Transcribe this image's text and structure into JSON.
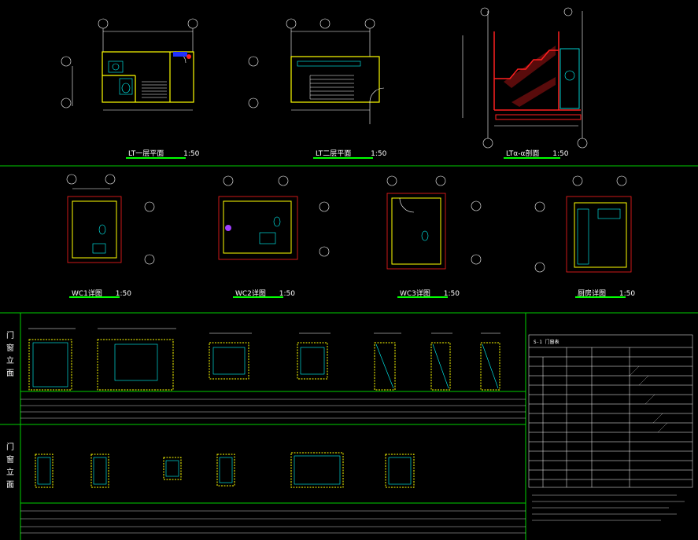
{
  "colors": {
    "background": "#000000",
    "frame_line": "#00d000",
    "wall": "#ffff00",
    "dimension": "#ffffff",
    "axis": "#ffffff",
    "fixture": "#00ffff",
    "accent_red": "#ff2020",
    "title_underline": "#00ff00"
  },
  "top_row": {
    "views": [
      {
        "title": "LT一层平面",
        "scale": "1:50"
      },
      {
        "title": "LT二层平面",
        "scale": "1:50"
      },
      {
        "title": "LTα-α剖面",
        "scale": "1:50"
      }
    ]
  },
  "middle_row": {
    "views": [
      {
        "title": "WC1详图",
        "scale": "1:50"
      },
      {
        "title": "WC2详图",
        "scale": "1:50"
      },
      {
        "title": "WC3详图",
        "scale": "1:50"
      },
      {
        "title": "厨房详图",
        "scale": "1:50"
      }
    ]
  },
  "door_section": {
    "side_label": [
      "门",
      "窗",
      "立",
      "面"
    ]
  },
  "window_section": {
    "side_label": [
      "门",
      "窗",
      "立",
      "面"
    ]
  },
  "table": {
    "title": "S-1 门窗表"
  },
  "icons": {
    "axis_bubble": "axis-bubble-icon",
    "door_swing": "door-swing-icon",
    "toilet": "toilet-icon",
    "stair": "stair-icon"
  }
}
